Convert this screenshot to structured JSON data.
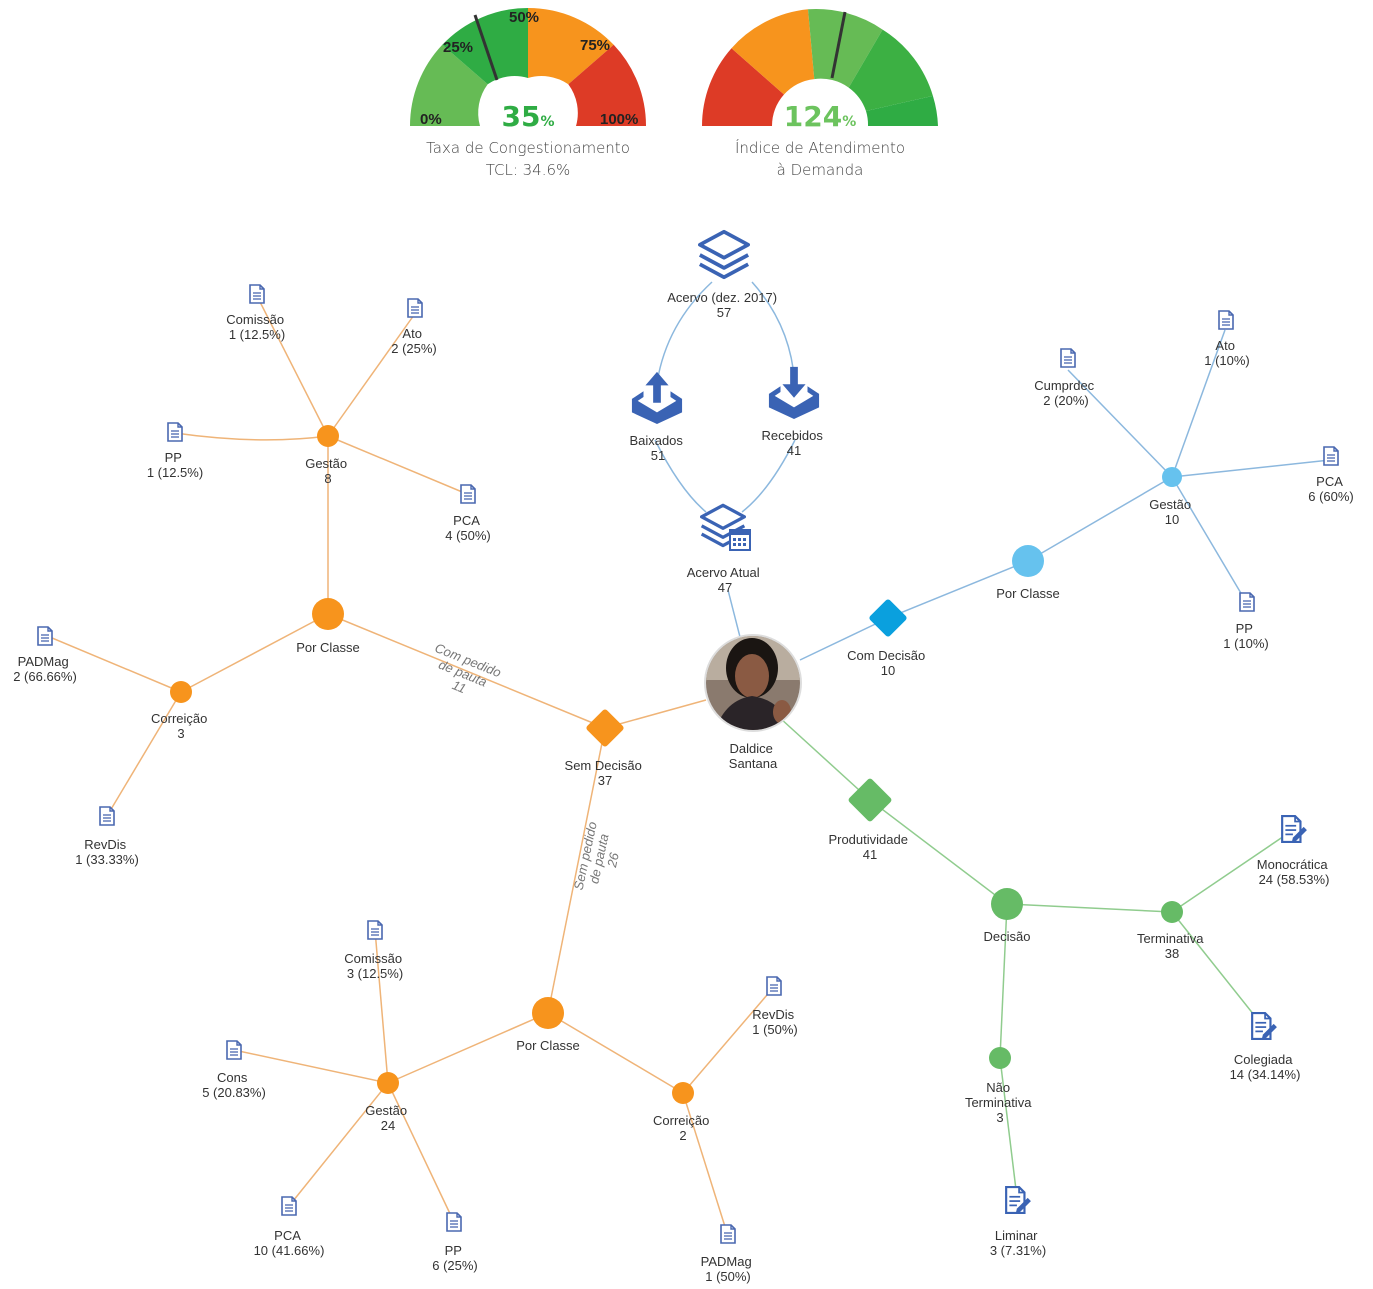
{
  "gauges": [
    {
      "value": "35",
      "unit": "%",
      "caption1": "Taxa de Congestionamento",
      "caption2": "TCL: 34.6%",
      "ticks": [
        "0%",
        "25%",
        "50%",
        "75%",
        "100%"
      ],
      "color": "#2fac44"
    },
    {
      "value": "124",
      "unit": "%",
      "caption1": "Índice de Atendimento",
      "caption2": "à Demanda",
      "ticks": [],
      "color": "#6cc35e"
    }
  ],
  "colors": {
    "orange": "#f7941d",
    "orange_edge": "#efb478",
    "blue": "#66c2ee",
    "blue_edge": "#8cb8de",
    "green": "#66bb66",
    "green_edge": "#90cc8e",
    "navy": "#3a63b4",
    "doc": "#4a68b0"
  },
  "center": {
    "line1": "Daldice",
    "line2": "Santana"
  },
  "acervo": {
    "top": {
      "l1": "Acervo (dez. 2017)",
      "l2": "57"
    },
    "baixados": {
      "l1": "Baixados",
      "l2": "51"
    },
    "recebidos": {
      "l1": "Recebidos",
      "l2": "41"
    },
    "atual": {
      "l1": "Acervo Atual",
      "l2": "47"
    }
  },
  "com_decisao": {
    "l1": "Com Decisão",
    "l2": "10",
    "por_classe": "Por Classe",
    "gestao": {
      "l1": "Gestão",
      "l2": "10"
    },
    "leaves": [
      {
        "l1": "Cumprdec",
        "l2": "2 (20%)"
      },
      {
        "l1": "Ato",
        "l2": "1 (10%)"
      },
      {
        "l1": "PCA",
        "l2": "6 (60%)"
      },
      {
        "l1": "PP",
        "l2": "1 (10%)"
      }
    ]
  },
  "sem_decisao": {
    "l1": "Sem Decisão",
    "l2": "37",
    "edge_com_pedido": {
      "l1": "Com pedido",
      "l2": "de pauta",
      "l3": "11"
    },
    "edge_sem_pedido": {
      "l1": "Sem pedido",
      "l2": "de pauta",
      "l3": "26"
    },
    "upper": {
      "por_classe": "Por Classe",
      "gestao": {
        "l1": "Gestão",
        "l2": "8"
      },
      "gestao_leaves": [
        {
          "l1": "Comissão",
          "l2": "1 (12.5%)"
        },
        {
          "l1": "Ato",
          "l2": "2 (25%)"
        },
        {
          "l1": "PP",
          "l2": "1 (12.5%)"
        },
        {
          "l1": "PCA",
          "l2": "4 (50%)"
        }
      ],
      "correicao": {
        "l1": "Correição",
        "l2": "3"
      },
      "correicao_leaves": [
        {
          "l1": "PADMag",
          "l2": "2 (66.66%)"
        },
        {
          "l1": "RevDis",
          "l2": "1 (33.33%)"
        }
      ]
    },
    "lower": {
      "por_classe": "Por Classe",
      "gestao": {
        "l1": "Gestão",
        "l2": "24"
      },
      "gestao_leaves": [
        {
          "l1": "Comissão",
          "l2": "3 (12.5%)"
        },
        {
          "l1": "Cons",
          "l2": "5 (20.83%)"
        },
        {
          "l1": "PCA",
          "l2": "10 (41.66%)"
        },
        {
          "l1": "PP",
          "l2": "6 (25%)"
        }
      ],
      "correicao": {
        "l1": "Correição",
        "l2": "2"
      },
      "correicao_leaves": [
        {
          "l1": "RevDis",
          "l2": "1 (50%)"
        },
        {
          "l1": "PADMag",
          "l2": "1 (50%)"
        }
      ]
    }
  },
  "produtividade": {
    "l1": "Produtividade",
    "l2": "41",
    "decisao": "Decisão",
    "terminativa": {
      "l1": "Terminativa",
      "l2": "38"
    },
    "nao_terminativa": {
      "l1": "Não",
      "l2": "Terminativa",
      "l3": "3"
    },
    "leaves": [
      {
        "l1": "Monocrática",
        "l2": "24 (58.53%)"
      },
      {
        "l1": "Colegiada",
        "l2": "14 (34.14%)"
      },
      {
        "l1": "Liminar",
        "l2": "3 (7.31%)"
      }
    ]
  }
}
